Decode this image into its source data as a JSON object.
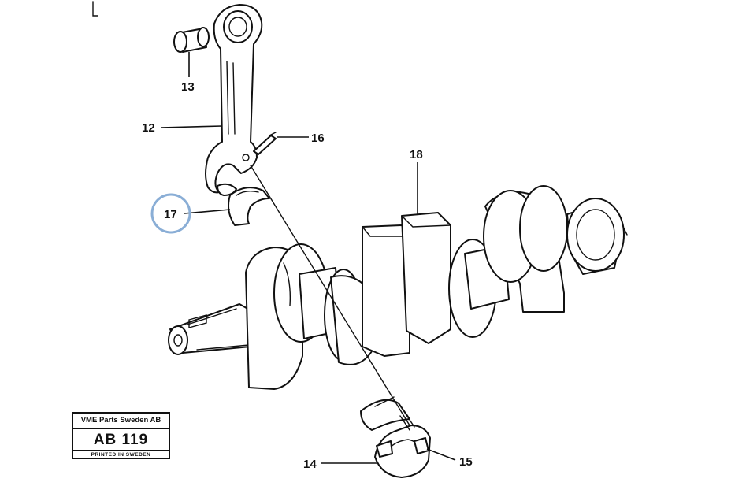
{
  "callouts": {
    "c12": "12",
    "c13": "13",
    "c14": "14",
    "c15": "15",
    "c16": "16",
    "c17": "17",
    "c18": "18"
  },
  "highlight": {
    "target": "17",
    "color": "#8aaed6"
  },
  "stamp": {
    "company": "VME Parts Sweden AB",
    "code": "AB 119",
    "printed": "PRINTED IN SWEDEN"
  }
}
